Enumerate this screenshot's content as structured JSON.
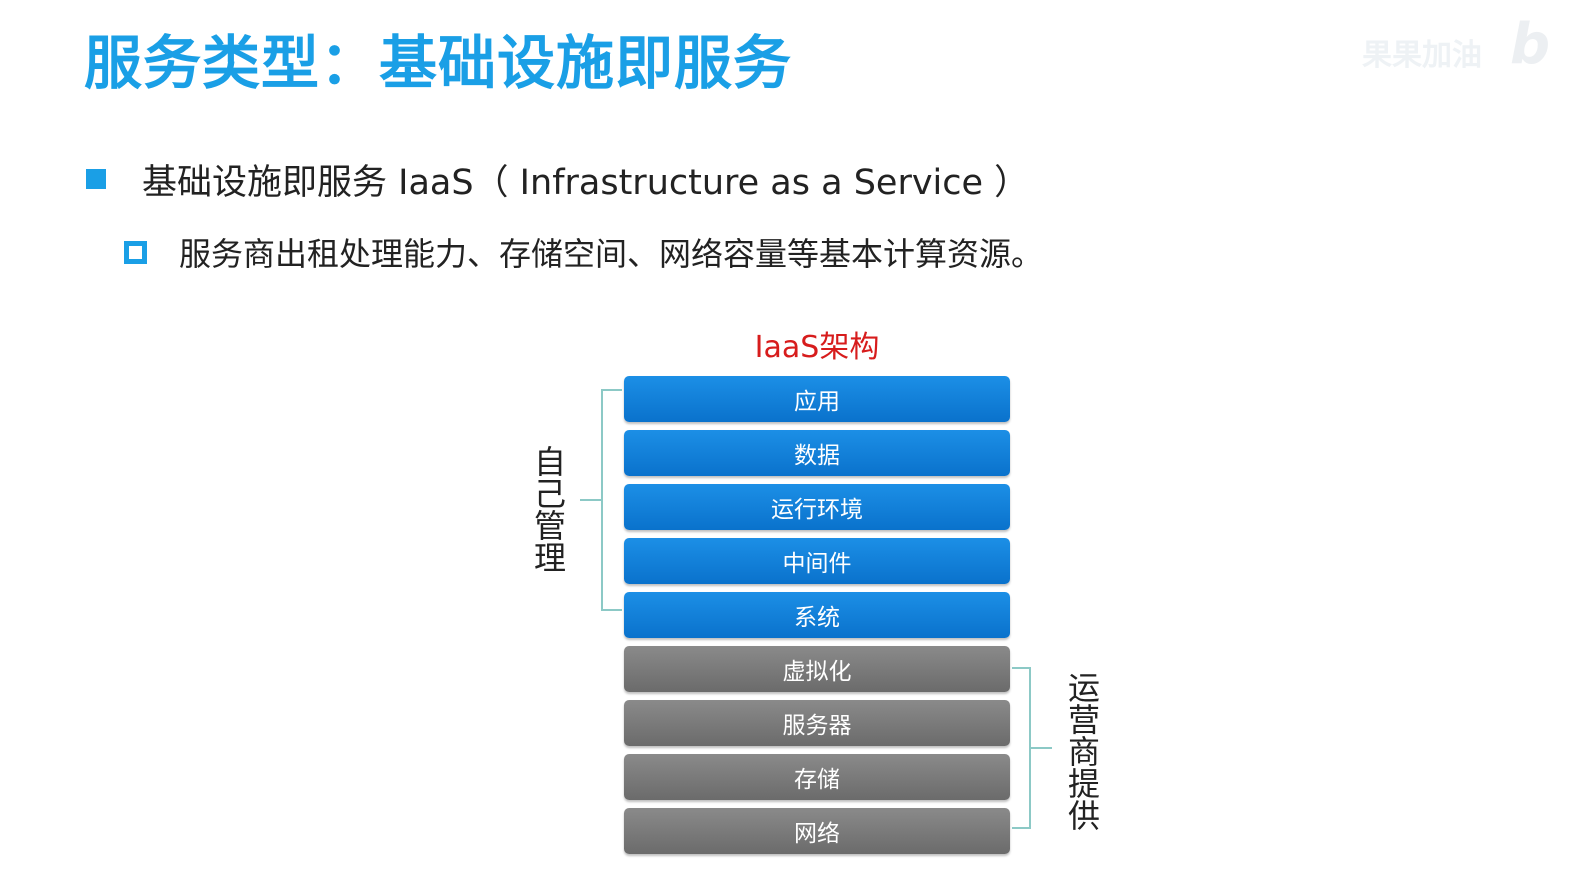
{
  "slide": {
    "title": "服务类型：基础设施即服务",
    "watermark": "果果加油",
    "watermark_logo": "b",
    "bullet_main": "基础设施即服务 IaaS（ Infrastructure as a Service ）",
    "bullet_sub": "服务商出租处理能力、存储空间、网络容量等基本计算资源。"
  },
  "diagram": {
    "title": "IaaS架构",
    "layers": [
      {
        "label": "应用",
        "group": "self"
      },
      {
        "label": "数据",
        "group": "self"
      },
      {
        "label": "运行环境",
        "group": "self"
      },
      {
        "label": "中间件",
        "group": "self"
      },
      {
        "label": "系统",
        "group": "self"
      },
      {
        "label": "虚拟化",
        "group": "provider"
      },
      {
        "label": "服务器",
        "group": "provider"
      },
      {
        "label": "存储",
        "group": "provider"
      },
      {
        "label": "网络",
        "group": "provider"
      }
    ],
    "left_bracket_label": "自己管理",
    "right_bracket_label": "运营商提供",
    "colors": {
      "self_layer": "#1a82dc",
      "provider_layer": "#7a7a7a",
      "title": "#d71c1c",
      "accent": "#1a9fe6",
      "bracket": "#8cc9c6"
    }
  }
}
